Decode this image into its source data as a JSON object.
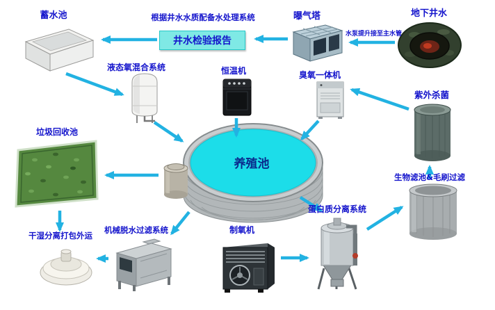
{
  "colors": {
    "background": "#ffffff",
    "label_color": "#1414cc",
    "pool_label_color": "#0a2a8c",
    "arrow_color": "#22b2e2",
    "report_box_bg": "#7fe9e5",
    "report_box_border": "#25c8c8",
    "water_color": "#1cdde9"
  },
  "nodes": {
    "storage_pool": {
      "label": "蓄水池"
    },
    "treatment_note": {
      "label": "根据井水水质配备水处理系统"
    },
    "well_report": {
      "label": "井水检验报告"
    },
    "aeration_tower": {
      "label": "曝气塔"
    },
    "pump_note": {
      "label": "水泵提升接至主水管"
    },
    "underground_well": {
      "label": "地下井水"
    },
    "liquid_oxygen_system": {
      "label": "液态氧混合系统"
    },
    "thermostat_unit": {
      "label": "恒温机"
    },
    "ozone_machine": {
      "label": "臭氧一体机"
    },
    "uv_sterilizer": {
      "label": "紫外杀菌"
    },
    "trash_recycle_pool": {
      "label": "垃圾回收池"
    },
    "breeding_pool": {
      "label": "养殖池"
    },
    "bio_filter": {
      "label": "生物滤池&毛刷过滤"
    },
    "dry_wet_separation": {
      "label": "干湿分离打包外运"
    },
    "mechanical_dewatering": {
      "label": "机械脱水过滤系统"
    },
    "oxygen_generator": {
      "label": "制氧机"
    },
    "protein_separator": {
      "label": "蛋白质分离系统"
    }
  },
  "connections": [
    {
      "from": "underground_well",
      "to": "aeration_tower"
    },
    {
      "from": "aeration_tower",
      "to": "treatment_note"
    },
    {
      "from": "well_report",
      "to": "storage_pool"
    },
    {
      "from": "storage_pool",
      "to": "liquid_oxygen_system"
    },
    {
      "from": "liquid_oxygen_system",
      "to": "breeding_pool"
    },
    {
      "from": "thermostat_unit",
      "to": "breeding_pool"
    },
    {
      "from": "ozone_machine",
      "to": "breeding_pool"
    },
    {
      "from": "uv_sterilizer",
      "to": "ozone_machine"
    },
    {
      "from": "bio_filter",
      "to": "uv_sterilizer"
    },
    {
      "from": "protein_separator",
      "to": "bio_filter"
    },
    {
      "from": "breeding_pool",
      "to": "protein_separator"
    },
    {
      "from": "oxygen_generator",
      "to": "protein_separator"
    },
    {
      "from": "breeding_pool",
      "to": "mechanical_dewatering"
    },
    {
      "from": "mechanical_dewatering",
      "to": "dry_wet_separation"
    },
    {
      "from": "trash_recycle_pool",
      "to": "dry_wet_separation"
    },
    {
      "from": "breeding_pool",
      "to": "trash_recycle_pool"
    }
  ]
}
